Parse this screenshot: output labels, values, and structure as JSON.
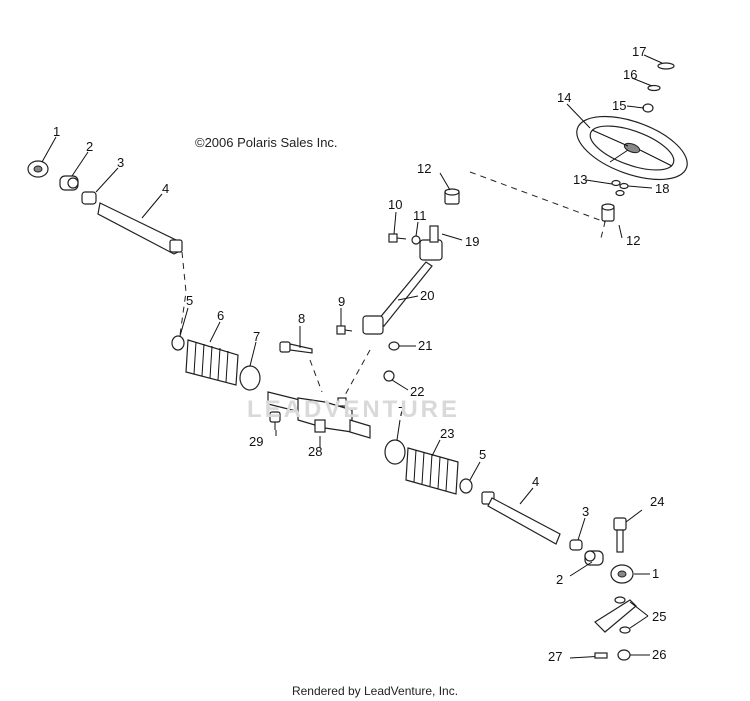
{
  "copyright": "©2006 Polaris Sales Inc.",
  "footer": "Rendered by LeadVenture, Inc.",
  "watermark": "LEADVENTURE",
  "callouts": {
    "c1a": "1",
    "c2a": "2",
    "c3a": "3",
    "c4a": "4",
    "c5a": "5",
    "c6": "6",
    "c7a": "7",
    "c8": "8",
    "c9": "9",
    "c10": "10",
    "c11": "11",
    "c12a": "12",
    "c12b": "12",
    "c13": "13",
    "c14": "14",
    "c15": "15",
    "c16": "16",
    "c17": "17",
    "c18": "18",
    "c19": "19",
    "c20": "20",
    "c21": "21",
    "c22": "22",
    "c7b": "7",
    "c23": "23",
    "c5b": "5",
    "c4b": "4",
    "c3b": "3",
    "c2b": "2",
    "c1b": "1",
    "c24": "24",
    "c25": "25",
    "c26": "26",
    "c27": "27",
    "c28": "28",
    "c29": "29"
  }
}
